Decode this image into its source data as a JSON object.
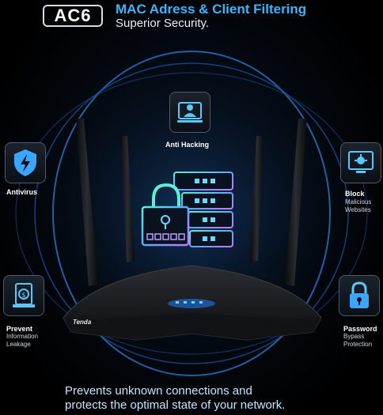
{
  "header": {
    "badge": "AC6",
    "title": "MAC Adress & Client Filtering",
    "subtitle": "Superior Security."
  },
  "features": {
    "anti_hacking": {
      "label": "Anti Hacking"
    },
    "antivirus": {
      "label": "Antivirus"
    },
    "block": {
      "label": "Block",
      "detail_1": "Malicious",
      "detail_2": "Websites"
    },
    "prevent": {
      "label": "Prevent",
      "detail_1": "Information",
      "detail_2": "Leakage"
    },
    "password": {
      "label": "Password",
      "detail_1": "Bypass",
      "detail_2": "Protection"
    }
  },
  "router": {
    "brand": "Tenda"
  },
  "footer": {
    "line_1": "Prevents unknown connections and",
    "line_2": "protects the optimal state of your network."
  },
  "colors": {
    "accent": "#3ab6ff",
    "glow": "#1e7fff"
  }
}
